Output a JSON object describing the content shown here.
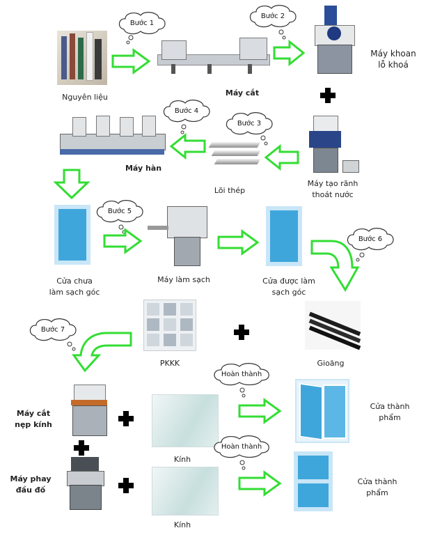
{
  "steps": {
    "s1": "Bước 1",
    "s2": "Bước 2",
    "s3": "Bước 3",
    "s4": "Bước 4",
    "s5": "Bước 5",
    "s6": "Bước 6",
    "s7": "Bước 7",
    "done1": "Hoàn thành",
    "done2": "Hoàn thành"
  },
  "labels": {
    "raw_material": "Nguyên liệu",
    "cutting_machine": "Máy cắt",
    "drill_line1": "Máy khoan",
    "drill_line2": "lỗ khoá",
    "drain_line1": "Máy tạo rãnh",
    "drain_line2": "thoát nước",
    "steel_core": "Lõi thép",
    "welding_machine": "Máy hàn",
    "uncleaned_line1": "Cửa chưa",
    "uncleaned_line2": "làm sạch góc",
    "cleaning_machine": "Máy làm sạch",
    "cleaned_line1": "Cửa được làm",
    "cleaned_line2": "sạch góc",
    "accessories": "PKKK",
    "gasket": "Gioăng",
    "bead_cutter_line1": "Máy cắt",
    "bead_cutter_line2": "nẹp kính",
    "milling_line1": "Máy phay",
    "milling_line2": "đầu đố",
    "glass1": "Kính",
    "glass2": "Kính",
    "finished1_line1": "Cửa thành",
    "finished1_line2": "phẩm",
    "finished2_line1": "Cửa thành",
    "finished2_line2": "phẩm"
  },
  "colors": {
    "arrow_fill": "#ffffff",
    "arrow_stroke": "#33dd33",
    "frame_blue": "#3fa6dc",
    "frame_border": "#c8e6f7",
    "machine_gray": "#9aa3ad",
    "plus": "#000000"
  }
}
